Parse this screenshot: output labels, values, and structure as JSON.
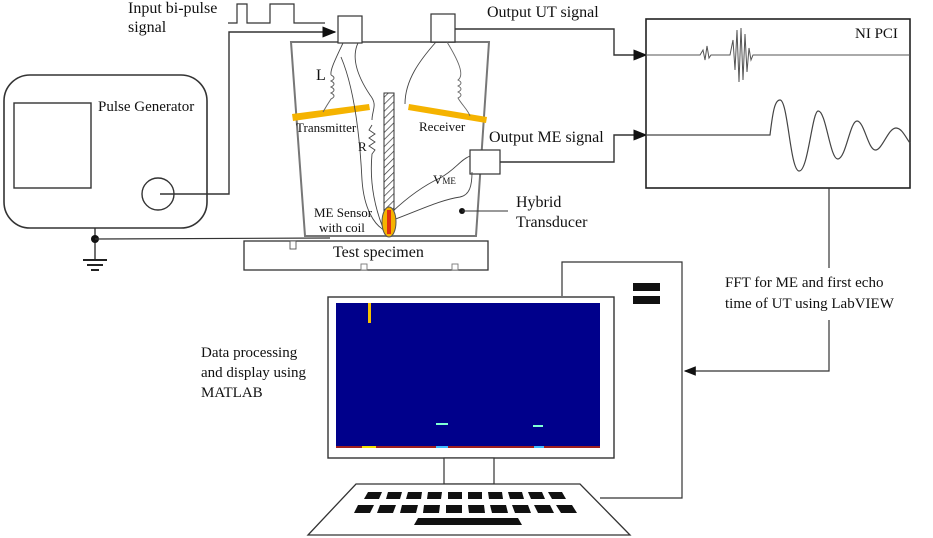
{
  "title": "Hybrid ME/UT transducer measurement setup",
  "labels": {
    "input_signal_line1": "Input bi-pulse",
    "input_signal_line2": "signal",
    "pulse_generator": "Pulse Generator",
    "output_ut": "Output UT signal",
    "output_me": "Output ME signal",
    "ni_pci": "NI PCI",
    "inductor": "L",
    "resistor": "R",
    "transmitter": "Transmitter",
    "receiver": "Receiver",
    "vme_main": "V",
    "vme_sub": "ME",
    "me_sensor_line1": "ME Sensor",
    "me_sensor_line2": "with coil",
    "hybrid_line1": "Hybrid",
    "hybrid_line2": "Transducer",
    "test_specimen": "Test specimen",
    "fft_line1": "FFT for ME and first echo",
    "fft_line2": "time of UT using LabVIEW",
    "matlab_line1": "Data processing",
    "matlab_line2": "and display using",
    "matlab_line3": "MATLAB"
  },
  "colors": {
    "line": "#333333",
    "piezo": "#f5b300",
    "screen_bg": "#00008b",
    "sensor_core": "#e03010",
    "frame": "#777777"
  },
  "icons": [
    "pulse-generator-icon",
    "ground-icon",
    "oscilloscope-icon",
    "computer-monitor-icon",
    "keyboard-icon",
    "pc-tower-icon"
  ]
}
